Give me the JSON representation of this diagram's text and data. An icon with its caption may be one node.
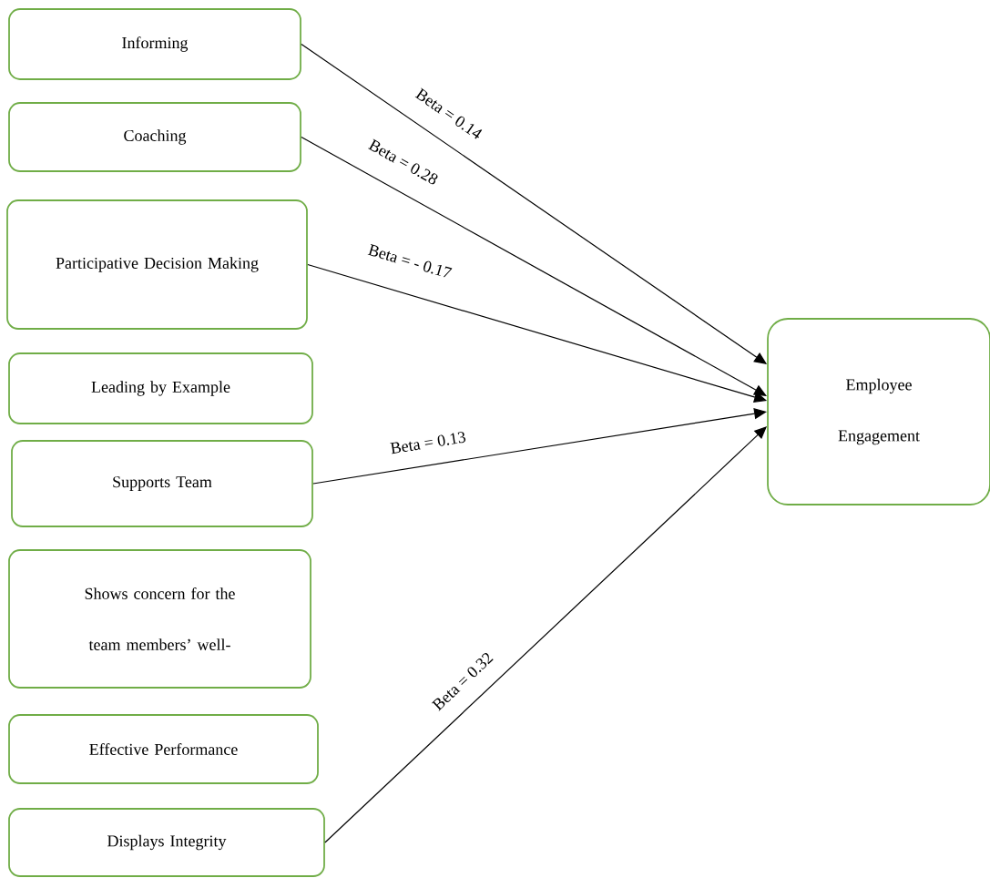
{
  "diagram": {
    "nodes": [
      {
        "text": [
          "Informing"
        ]
      },
      {
        "text": [
          "Coaching"
        ]
      },
      {
        "text": [
          "Participative Decision Making"
        ]
      },
      {
        "text": [
          "Leading by Example"
        ]
      },
      {
        "text": [
          "Supports Team"
        ]
      },
      {
        "text": [
          "Shows concern for the team members’ well-"
        ]
      },
      {
        "text": [
          "Effective Performance"
        ]
      },
      {
        "text": [
          "Displays Integrity"
        ]
      },
      {
        "text": [
          "Employee Engagement"
        ]
      }
    ],
    "edges": [
      {
        "from": 0,
        "to": 8,
        "arrow": "to",
        "label": "Beta = 0.14"
      },
      {
        "from": 1,
        "to": 8,
        "arrow": "to",
        "label": "Beta = 0.28"
      },
      {
        "from": 2,
        "to": 8,
        "arrow": "to",
        "label": "Beta = - 0.17"
      },
      {
        "from": 4,
        "to": 8,
        "arrow": "to",
        "label": "Beta = 0.13"
      },
      {
        "from": 7,
        "to": 8,
        "arrow": "to",
        "label": "Beta = 0.32"
      }
    ]
  }
}
